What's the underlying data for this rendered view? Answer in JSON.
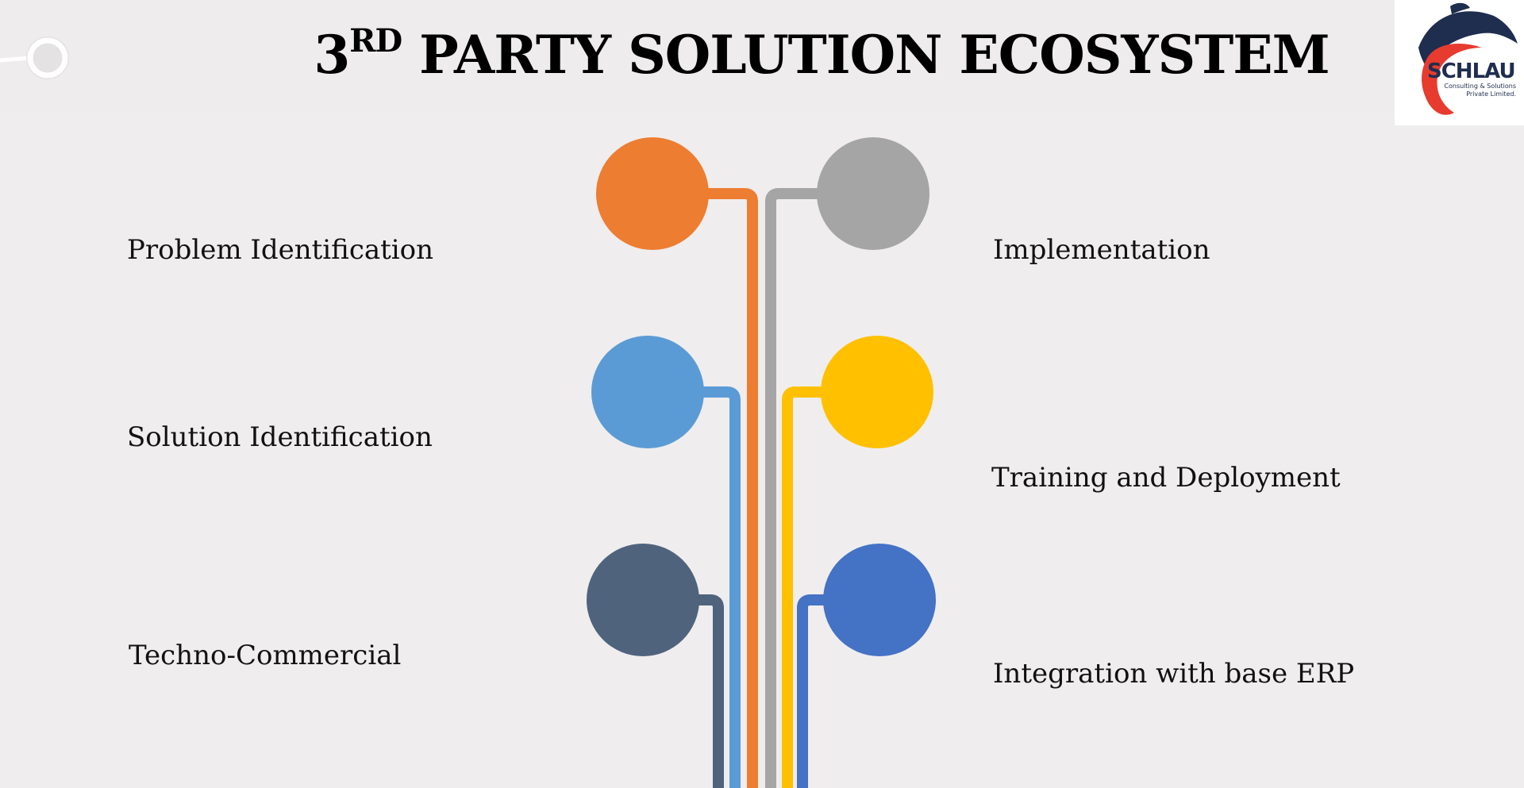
{
  "header": {
    "title_prefix": "3",
    "title_sup": "RD",
    "title_rest": " PARTY SOLUTION ECOSYSTEM"
  },
  "logo": {
    "name": "SCHLAU",
    "tagline_line1": "Consulting & Solutions",
    "tagline_line2": "Private Limited."
  },
  "steps_left": [
    {
      "label": "Problem Identification",
      "color": "#ed7d31"
    },
    {
      "label": "Solution Identification",
      "color": "#5b9bd5"
    },
    {
      "label": "Techno-Commercial",
      "color": "#4f637d"
    }
  ],
  "steps_right": [
    {
      "label": "Implementation",
      "color": "#a5a5a5"
    },
    {
      "label": "Training and Deployment",
      "color": "#ffc000"
    },
    {
      "label": "Integration with base ERP",
      "color": "#4472c4"
    }
  ]
}
